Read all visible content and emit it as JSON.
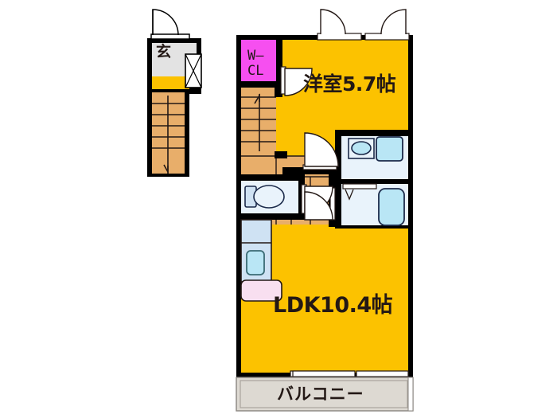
{
  "plan": {
    "type": "floor-plan",
    "unit_layout": "1LDK",
    "labels": {
      "entrance": "玄",
      "walk_in_closet": "W—\nCL",
      "walk_in_closet_line1": "W—",
      "walk_in_closet_line2": "CL",
      "bedroom": "洋室5.7帖",
      "living_dining_kitchen": "LDK10.4帖",
      "balcony": "バルコニー"
    },
    "rooms": [
      {
        "name": "entrance",
        "label": "玄",
        "floor_color": "#e3e3e3"
      },
      {
        "name": "entrance-step",
        "label": "",
        "floor_color": "#fcc200"
      },
      {
        "name": "outdoor-stairs",
        "label": "",
        "floor_color": "#e8ae6a"
      },
      {
        "name": "indoor-stairs",
        "label": "",
        "floor_color": "#e8ae6a"
      },
      {
        "name": "walk-in-closet",
        "label": "W—CL",
        "floor_color": "#f64ff0"
      },
      {
        "name": "bedroom",
        "label": "洋室5.7帖",
        "floor_color": "#fcc200"
      },
      {
        "name": "living-dining-kitchen",
        "label": "LDK10.4帖",
        "floor_color": "#fcc200"
      },
      {
        "name": "washroom",
        "label": "",
        "floor_color": "#e9f3fb"
      },
      {
        "name": "bathroom",
        "label": "",
        "floor_color": "#e9f3fb"
      },
      {
        "name": "toilet",
        "label": "",
        "floor_color": "#e9f3fb"
      },
      {
        "name": "kitchen-counter",
        "label": "",
        "floor_color": "#cfe2f3"
      },
      {
        "name": "balcony",
        "label": "バルコニー",
        "floor_color": "#ddd9d2"
      }
    ],
    "fixtures": [
      {
        "name": "shoe-cabinet",
        "room": "entrance"
      },
      {
        "name": "toilet-bowl",
        "room": "toilet"
      },
      {
        "name": "wash-basin",
        "room": "washroom"
      },
      {
        "name": "washing-machine-space",
        "room": "washroom"
      },
      {
        "name": "bathtub",
        "room": "bathroom"
      },
      {
        "name": "kitchen-sink",
        "room": "kitchen-counter"
      },
      {
        "name": "gas-range",
        "room": "kitchen-counter"
      }
    ],
    "colors": {
      "wall": "#000000",
      "floor_yellow": "#fcc200",
      "floor_wood": "#e8ae6a",
      "closet_magenta": "#f64ff0",
      "water_blue": "#b9e6f5",
      "room_pale_blue": "#e9f3fb",
      "counter_blue": "#cfe2f3",
      "range_pink": "#f8dff0",
      "balcony_gray": "#ddd9d2",
      "entrance_gray": "#e3e3e3",
      "text": "#231815",
      "background": "#ffffff"
    }
  }
}
